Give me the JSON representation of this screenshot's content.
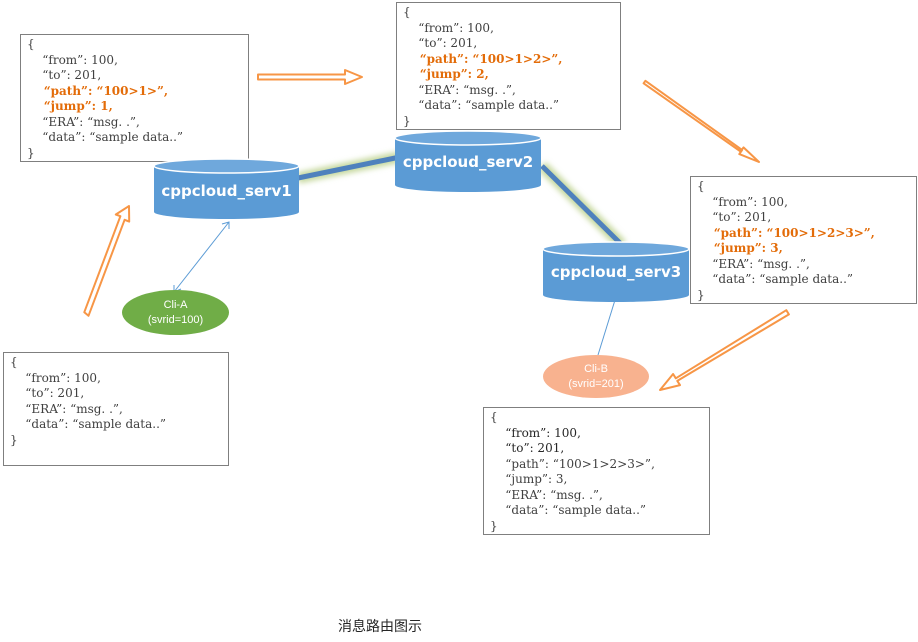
{
  "servers": [
    {
      "id": "s1",
      "label": "cppcloud_serv1"
    },
    {
      "id": "s2",
      "label": "cppcloud_serv2"
    },
    {
      "id": "s3",
      "label": "cppcloud_serv3"
    }
  ],
  "clients": [
    {
      "id": "cli-a",
      "name": "Cli-A",
      "svrid": "(svrid=100)"
    },
    {
      "id": "cli-b",
      "name": "Cli-B",
      "svrid": "(svrid=201)"
    }
  ],
  "messages": {
    "original": [
      "{",
      "    “from”: 100,",
      "    “to”: 201,",
      "    “ERA”: “msg. .”,",
      "    “data”: “sample data..”",
      "}"
    ],
    "hop1": [
      "{",
      "    “from”: 100,",
      "    “to”: 201,",
      "    “path”: “100>1>”,",
      "    “jump”: 1,",
      "    “ERA”: “msg. .”,",
      "    “data”: “sample data..”",
      "}"
    ],
    "hop2": [
      "{",
      "    “from”: 100,",
      "    “to”: 201,",
      "    “path”: “100>1>2>”,",
      "    “jump”: 2,",
      "    “ERA”: “msg. .”,",
      "    “data”: “sample data..”",
      "}"
    ],
    "hop3": [
      "{",
      "    “from”: 100,",
      "    “to”: 201,",
      "    “path”: “100>1>2>3>”,",
      "    “jump”: 3,",
      "    “ERA”: “msg. .”,",
      "    “data”: “sample data..”",
      "}"
    ],
    "delivered": [
      "{",
      "    “from”: 100,",
      "    “to”: 201,",
      "    “path”: “100>1>2>3>”,",
      "    “jump”: 3,",
      "    “ERA”: “msg. .”,",
      "    “data”: “sample data..”",
      "}"
    ]
  },
  "caption": "消息路由图示",
  "colors": {
    "server_fill": "#5b9bd5",
    "server_link": "#4f81bd",
    "link_glow": "#c4d79b",
    "client_a": "#70ad47",
    "client_b": "#f8b28f",
    "arrow": "#f79646",
    "highlight_text": "#e36c09"
  }
}
